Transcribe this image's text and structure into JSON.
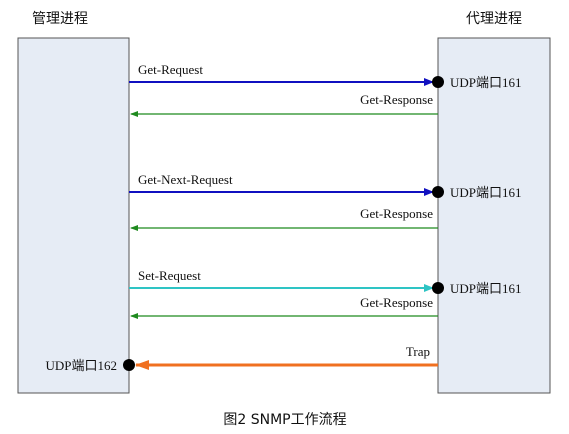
{
  "headers": {
    "manager": "管理进程",
    "agent": "代理进程"
  },
  "messages": [
    {
      "id": "get-request",
      "label": "Get-Request",
      "direction": "to-agent",
      "color": "#1010c0",
      "port": "UDP端口161"
    },
    {
      "id": "get-response-1",
      "label": "Get-Response",
      "direction": "to-manager",
      "color": "#1e8a1e"
    },
    {
      "id": "get-next-request",
      "label": "Get-Next-Request",
      "direction": "to-agent",
      "color": "#1010c0",
      "port": "UDP端口161"
    },
    {
      "id": "get-response-2",
      "label": "Get-Response",
      "direction": "to-manager",
      "color": "#1e8a1e"
    },
    {
      "id": "set-request",
      "label": "Set-Request",
      "direction": "to-agent",
      "color": "#2ec4c4",
      "port": "UDP端口161"
    },
    {
      "id": "get-response-3",
      "label": "Get-Response",
      "direction": "to-manager",
      "color": "#1e8a1e"
    },
    {
      "id": "trap",
      "label": "Trap",
      "direction": "to-manager",
      "color": "#f07020",
      "port": "UDP端口162"
    }
  ],
  "caption": "图2 SNMP工作流程",
  "colors": {
    "box_fill": "#e6ecf5",
    "box_stroke": "#555555"
  }
}
